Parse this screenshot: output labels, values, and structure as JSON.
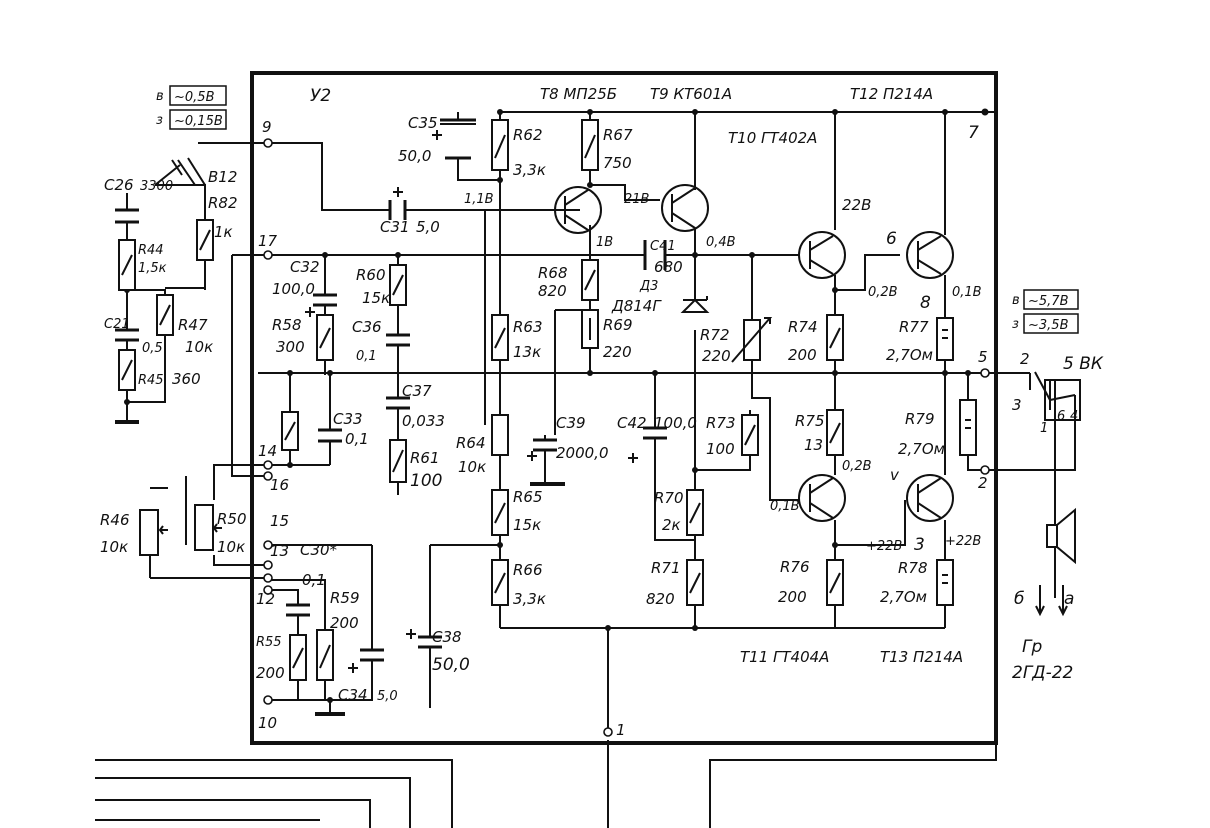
{
  "board": {
    "label": "У2"
  },
  "transistors": [
    {
      "id": "t8",
      "label": "Т8 МП25Б"
    },
    {
      "id": "t9",
      "label": "Т9 КТ601А"
    },
    {
      "id": "t10",
      "label": "Т10 ГТ402А"
    },
    {
      "id": "t11",
      "label": "Т11 ГТ404А"
    },
    {
      "id": "t12",
      "label": "Т12 П214А"
    },
    {
      "id": "t13",
      "label": "Т13 П214А"
    }
  ],
  "resistors": [
    {
      "id": "R44",
      "name": "R44",
      "value": "1,5к"
    },
    {
      "id": "R45",
      "name": "R45",
      "value": "360"
    },
    {
      "id": "R46",
      "name": "R46",
      "value": "10к"
    },
    {
      "id": "R47",
      "name": "R47",
      "value": "10к"
    },
    {
      "id": "R50",
      "name": "R50",
      "value": "10к"
    },
    {
      "id": "R55",
      "name": "R55",
      "value": "200"
    },
    {
      "id": "R58",
      "name": "R58",
      "value": "300"
    },
    {
      "id": "R59",
      "name": "R59",
      "value": "200"
    },
    {
      "id": "R60",
      "name": "R60",
      "value": "15к"
    },
    {
      "id": "R61",
      "name": "R61",
      "value": "100"
    },
    {
      "id": "R62",
      "name": "R62",
      "value": "3,3к"
    },
    {
      "id": "R63",
      "name": "R63",
      "value": "13к"
    },
    {
      "id": "R64",
      "name": "R64",
      "value": "10к"
    },
    {
      "id": "R65",
      "name": "R65",
      "value": "15к"
    },
    {
      "id": "R66",
      "name": "R66",
      "value": "3,3к"
    },
    {
      "id": "R67",
      "name": "R67",
      "value": "750"
    },
    {
      "id": "R68",
      "name": "R68",
      "value": "820"
    },
    {
      "id": "R69",
      "name": "R69",
      "value": "220"
    },
    {
      "id": "R70",
      "name": "R70",
      "value": "2к"
    },
    {
      "id": "R71",
      "name": "R71",
      "value": "820"
    },
    {
      "id": "R72",
      "name": "R72",
      "value": "220"
    },
    {
      "id": "R73",
      "name": "R73",
      "value": "100"
    },
    {
      "id": "R74",
      "name": "R74",
      "value": "200"
    },
    {
      "id": "R75",
      "name": "R75",
      "value": "13"
    },
    {
      "id": "R76",
      "name": "R76",
      "value": "200"
    },
    {
      "id": "R77",
      "name": "R77",
      "value": "2,7Ом"
    },
    {
      "id": "R78",
      "name": "R78",
      "value": "2,7Ом"
    },
    {
      "id": "R79",
      "name": "R79",
      "value": "2,7Ом"
    },
    {
      "id": "R82",
      "name": "R82",
      "value": "1к"
    }
  ],
  "capacitors": [
    {
      "id": "C21",
      "name": "C21",
      "value": "0,5"
    },
    {
      "id": "C26",
      "name": "C26",
      "value": "3300"
    },
    {
      "id": "C30",
      "name": "C30*",
      "value": "0,1"
    },
    {
      "id": "C31",
      "name": "C31",
      "value": "5,0"
    },
    {
      "id": "C32",
      "name": "C32",
      "value": "100,0"
    },
    {
      "id": "C33",
      "name": "C33",
      "value": "0,1"
    },
    {
      "id": "C34",
      "name": "C34",
      "value": "5,0"
    },
    {
      "id": "C35",
      "name": "C35",
      "value": "50,0"
    },
    {
      "id": "C36",
      "name": "C36",
      "value": "0,1"
    },
    {
      "id": "C37",
      "name": "C37",
      "value": "0,033"
    },
    {
      "id": "C38",
      "name": "C38",
      "value": "50,0"
    },
    {
      "id": "C39",
      "name": "C39",
      "value": "2000,0"
    },
    {
      "id": "C41",
      "name": "C41",
      "value": "680"
    },
    {
      "id": "C42",
      "name": "C42",
      "value": "100,0"
    }
  ],
  "diode": {
    "name": "Д3",
    "type": "Д814Г"
  },
  "sockets": {
    "input": "В12",
    "output": "5 ВК"
  },
  "speaker": {
    "name": "Гр",
    "type": "2ГД-22",
    "terminal_a": "а",
    "terminal_b": "б"
  },
  "voltages": {
    "v_1_1": "1,1В",
    "v_21": "21В",
    "v_1": "1В",
    "v_0_4": "0,4В",
    "v_22_top": "22В",
    "v_0_2_top": "0,2В",
    "v_0_1_top": "0,1В",
    "v_0_2_mid": "0,2В",
    "v_0_1_mid": "0,1В",
    "v_22_a": "+22В",
    "v_22_b": "+22В"
  },
  "pins": [
    "9",
    "17",
    "14",
    "16",
    "15",
    "13",
    "12",
    "10",
    "1",
    "7",
    "5",
    "2"
  ],
  "switch_pins": [
    "2",
    "3",
    "1",
    "6",
    "4"
  ],
  "marks": {
    "m6": "6",
    "m8": "8",
    "m3": "3",
    "mv": "v"
  },
  "tables": {
    "input": {
      "rows": [
        {
          "mode": "в",
          "value": "~0,5В"
        },
        {
          "mode": "з",
          "value": "~0,15В"
        }
      ]
    },
    "output": {
      "rows": [
        {
          "mode": "в",
          "value": "~5,7В"
        },
        {
          "mode": "з",
          "value": "~3,5В"
        }
      ]
    }
  }
}
